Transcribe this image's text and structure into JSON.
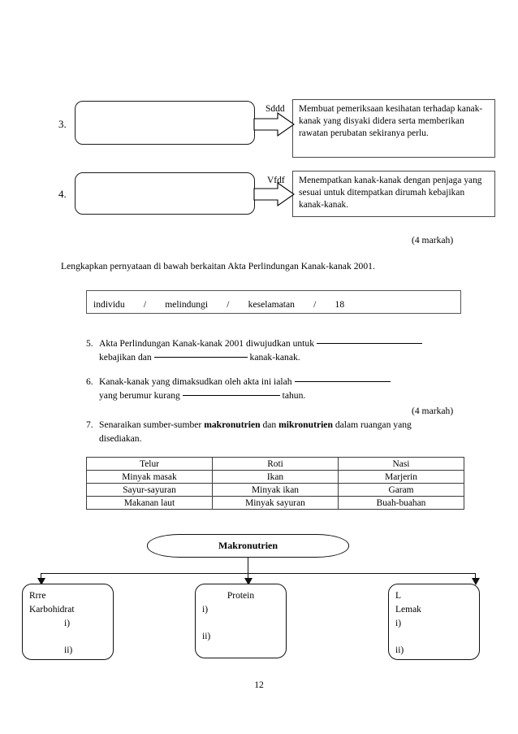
{
  "page": {
    "number": "12",
    "marks_top": "(4 markah)",
    "marks_mid": "(4 markah)"
  },
  "items": [
    {
      "number": "3.",
      "arrow_label": "Sddd",
      "statement": "Membuat pemeriksaan kesihatan terhadap kanak-kanak yang disyaki didera serta memberikan rawatan perubatan sekiranya perlu.",
      "answer_value": ""
    },
    {
      "number": "4.",
      "arrow_label": "Vfdf",
      "statement": "Menempatkan kanak-kanak dengan penjaga yang sesuai untuk ditempatkan dirumah kebajikan kanak-kanak.",
      "answer_value": ""
    }
  ],
  "instruction": "Lengkapkan pernyataan di bawah berkaitan Akta Perlindungan Kanak-kanak 2001.",
  "wordbank": {
    "text": "individu        /        melindungi        /        keselamatan        /        18",
    "options": [
      "individu",
      "melindungi",
      "keselamatan",
      "18"
    ],
    "separator": "/"
  },
  "questions": [
    {
      "number": "5.",
      "line1_before": "Akta Perlindungan Kanak-kanak 2001 diwujudkan untuk",
      "line1_after": "",
      "line2_before": "kebajikan  dan",
      "line2_after": "kanak-kanak."
    },
    {
      "number": "6.",
      "line1_before": "Kanak-kanak yang dimaksudkan oleh akta ini ialah",
      "line1_after": "",
      "line2_before": "yang berumur kurang",
      "line2_after": "tahun."
    },
    {
      "number": "7.",
      "line1_before": "Senaraikan sumber-sumber",
      "bold1": "makronutrien",
      "line1_mid": "dan",
      "bold2": "mikronutrien",
      "line1_after": "dalam ruangan yang",
      "line2": "disediakan."
    }
  ],
  "food_table": {
    "rows": [
      [
        "Telur",
        "Roti",
        "Nasi"
      ],
      [
        "Minyak masak",
        "Ikan",
        "Marjerin"
      ],
      [
        "Sayur-sayuran",
        "Minyak ikan",
        "Garam"
      ],
      [
        "Makanan laut",
        "Minyak sayuran",
        "Buah-buahan"
      ]
    ]
  },
  "diagram": {
    "root_label": "Makronutrien",
    "branches": [
      {
        "prefix": "Rrre",
        "title": "Karbohidrat",
        "title_align": "left",
        "sub1": "i)",
        "sub2": "ii)",
        "sub_indent": "wide"
      },
      {
        "prefix": "",
        "title": "Protein",
        "title_align": "center",
        "sub1": "i)",
        "sub2": "ii)",
        "sub_indent": "narrow"
      },
      {
        "prefix": "L",
        "title": "Lemak",
        "title_align": "left",
        "sub1": "i)",
        "sub2": "ii)",
        "sub_indent": "narrow"
      }
    ]
  }
}
